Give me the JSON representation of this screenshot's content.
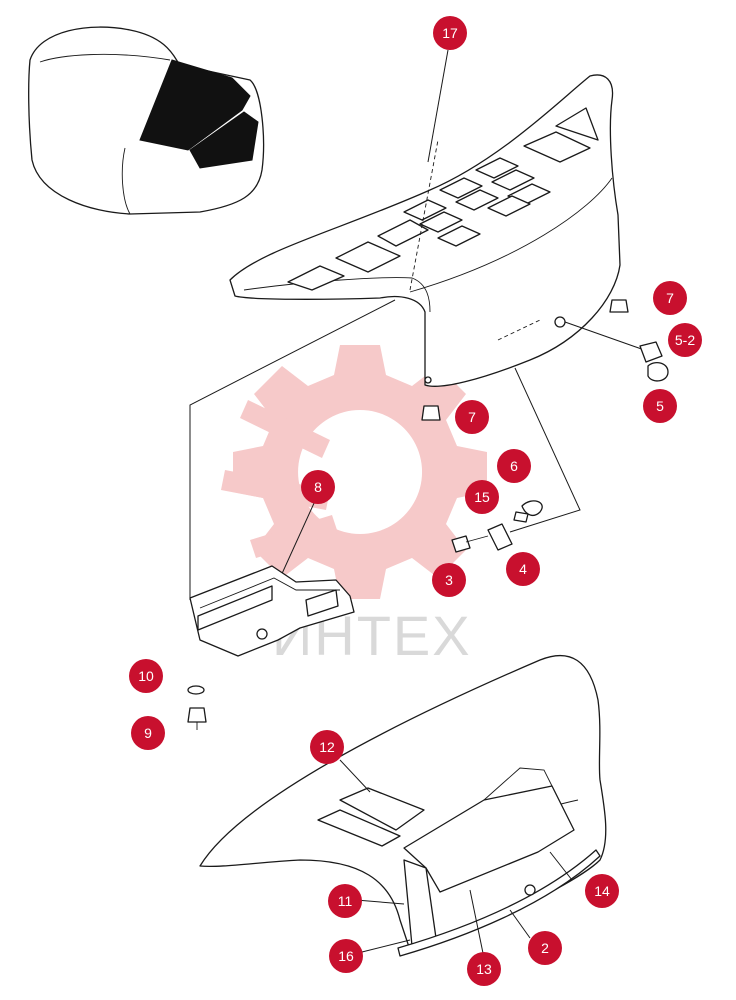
{
  "watermark": {
    "text": "ИНТЕХ",
    "color": "#f6c9c9",
    "text_color": "#d9d9d9"
  },
  "badge_color": "#c8102e",
  "badge_text_color": "#ffffff",
  "callouts": {
    "p17": "17",
    "p7a": "7",
    "p5_2": "5-2",
    "p5": "5",
    "p7b": "7",
    "p6": "6",
    "p15": "15",
    "p8": "8",
    "p3": "3",
    "p4": "4",
    "p10": "10",
    "p9": "9",
    "p12": "12",
    "p11": "11",
    "p14": "14",
    "p16": "16",
    "p2": "2",
    "p13": "13"
  }
}
